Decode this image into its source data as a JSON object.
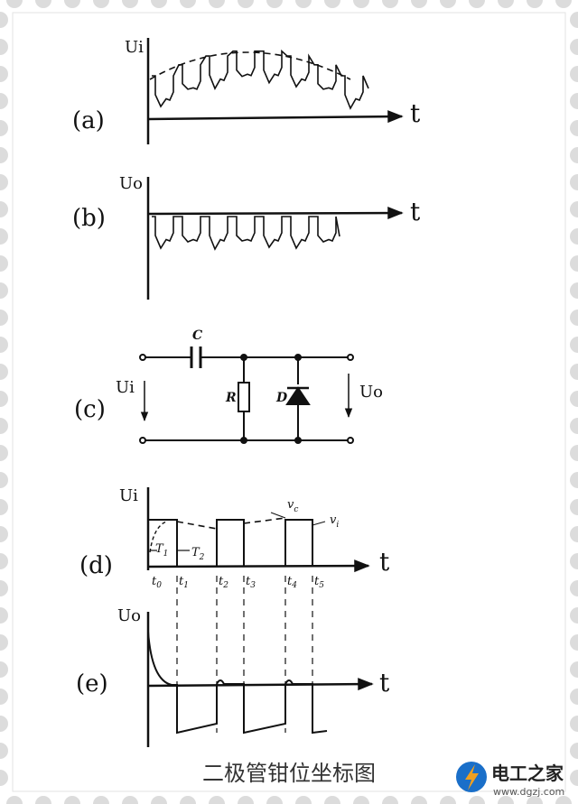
{
  "panels": {
    "a": {
      "label": "(a)",
      "y_label": "Ui",
      "x_label": "t"
    },
    "b": {
      "label": "(b)",
      "y_label": "Uo",
      "x_label": "t"
    },
    "c": {
      "label": "(c)",
      "in_label": "Ui",
      "out_label": "Uo",
      "capacitor": "C",
      "resistor": "R",
      "diode": "D"
    },
    "d": {
      "label": "(d)",
      "y_label": "Ui",
      "x_label": "t",
      "vc": "v",
      "vc_sub": "c",
      "vi": "v",
      "vi_sub": "i",
      "T1": "T",
      "T1_sub": "1",
      "T2": "T",
      "T2_sub": "2",
      "ticks": [
        {
          "t": "t",
          "s": "0"
        },
        {
          "t": "t",
          "s": "1"
        },
        {
          "t": "t",
          "s": "2"
        },
        {
          "t": "t",
          "s": "3"
        },
        {
          "t": "t",
          "s": "4"
        },
        {
          "t": "t",
          "s": "5"
        }
      ]
    },
    "e": {
      "label": "(e)",
      "y_label": "Uo",
      "x_label": "t"
    }
  },
  "caption": "二极管钳位坐标图",
  "watermark": {
    "name": "电工之家",
    "url": "www.dgzj.com"
  },
  "colors": {
    "ink": "#111111",
    "border": "#d6d6d6",
    "logo_blue": "#1a6fc9",
    "logo_orange": "#f0a020"
  }
}
